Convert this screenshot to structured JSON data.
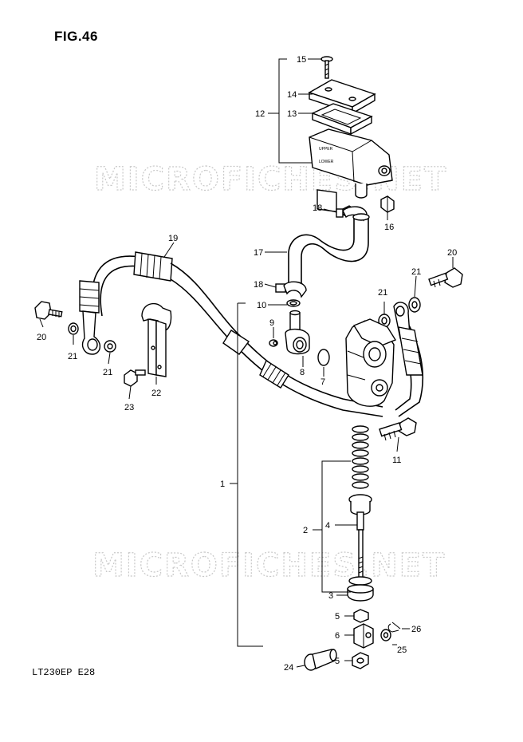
{
  "figure_title": "FIG.46",
  "model_code": "LT230EP  E28",
  "watermark": "MICROFICHES.NET",
  "reservoir_labels": {
    "upper": "UPPER",
    "lower": "LOWER"
  },
  "callouts": [
    "15",
    "14",
    "13",
    "12",
    "18",
    "16",
    "17",
    "18",
    "10",
    "9",
    "8",
    "7",
    "19",
    "20",
    "21",
    "21",
    "20",
    "21",
    "21",
    "22",
    "23",
    "11",
    "1",
    "2",
    "4",
    "3",
    "5",
    "6",
    "26",
    "25",
    "24",
    "5"
  ]
}
